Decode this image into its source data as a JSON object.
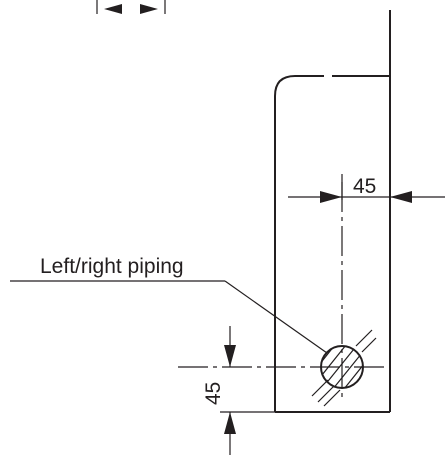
{
  "diagram": {
    "callout_label": "Left/right piping",
    "dimension_horizontal": "45",
    "dimension_vertical": "45",
    "line_color": "#231f20",
    "background": "#ffffff"
  }
}
